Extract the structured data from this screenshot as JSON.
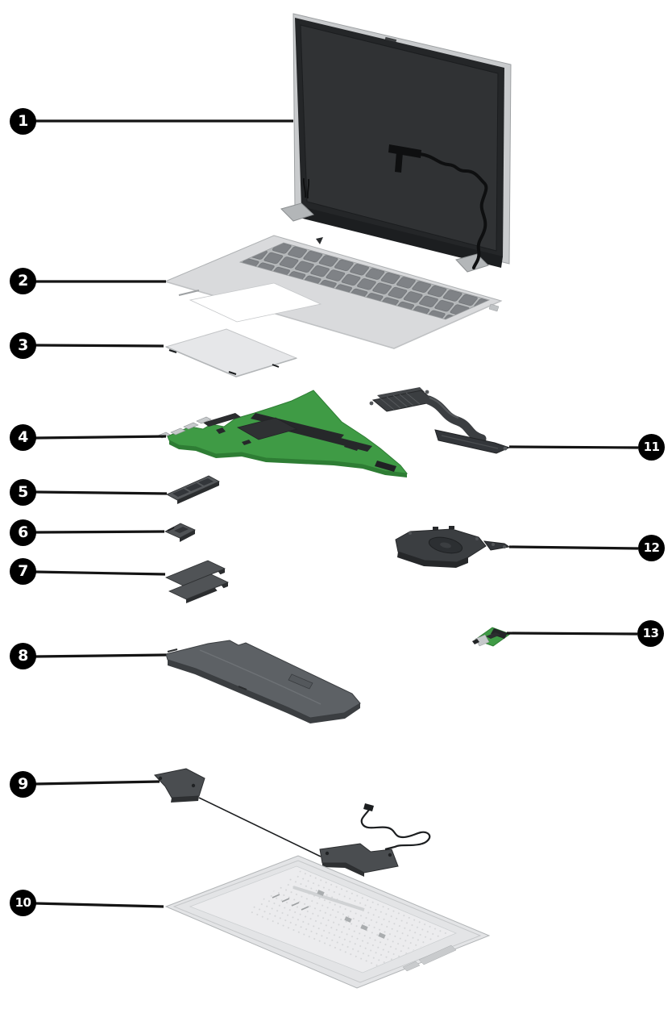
{
  "figure_type": "laptop-exploded-parts-diagram",
  "callouts": [
    {
      "label": "1"
    },
    {
      "label": "2"
    },
    {
      "label": "3"
    },
    {
      "label": "4"
    },
    {
      "label": "5"
    },
    {
      "label": "6"
    },
    {
      "label": "7"
    },
    {
      "label": "8"
    },
    {
      "label": "9"
    },
    {
      "label": "10"
    },
    {
      "label": "11"
    },
    {
      "label": "12"
    },
    {
      "label": "13"
    }
  ],
  "colors": {
    "background": "#ffffff",
    "callout_bg": "#000000",
    "callout_text": "#ffffff",
    "leader_line": "#141414",
    "board_green": "#3f9b45",
    "panel_dark": "#26282a",
    "cover_silver": "#d9dadc",
    "part_gray": "#4a4d50"
  }
}
